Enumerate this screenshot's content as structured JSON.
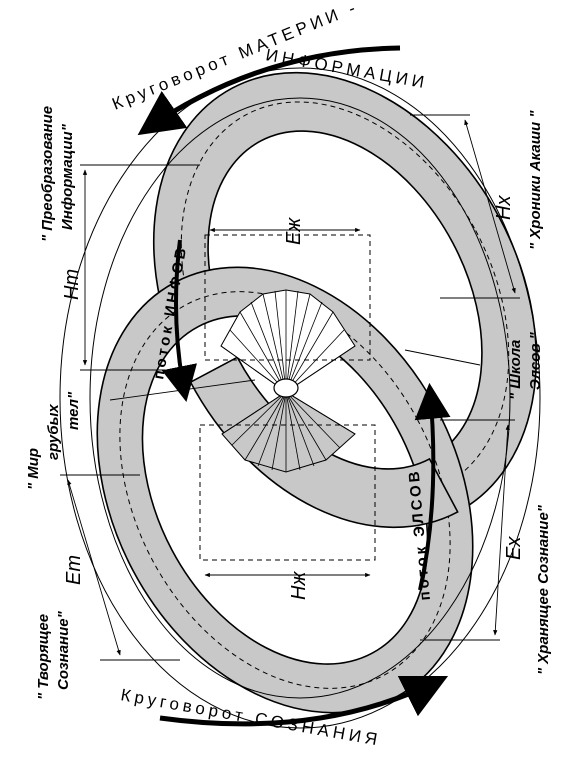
{
  "title_top_line1": "Круговорот МАТЕРИИ -",
  "title_top_line2": "ИНФОРМАЦИИ",
  "title_bottom": "Круговорот СОЗНАНИЯ",
  "labels": {
    "preobrazovanie": "\" Преобразование",
    "informatsii": "Информации\"",
    "khroniki": "\" Хроники Акаши \"",
    "mir": "\" Мир",
    "grubykh": "грубых",
    "tel": "тел\"",
    "shkola": "\" Школа",
    "elsov": "Элсов \"",
    "tvoryashchee": "\" Творящее",
    "soznanie_left": "Сознание\"",
    "khranyashchee": "\" Хранящее Сознание\""
  },
  "flows": {
    "infov": "поток ИНФОВ",
    "elsov": "поток ЭЛСОВ"
  },
  "dimensions": {
    "h_t": "Hт",
    "e_t": "Eт",
    "h_x": "Hх",
    "e_x": "Eх",
    "e_zh": "Eж",
    "h_zh": "Hж"
  },
  "colors": {
    "band_fill": "#c8c8c8",
    "ink": "#000000",
    "paper": "#ffffff"
  }
}
